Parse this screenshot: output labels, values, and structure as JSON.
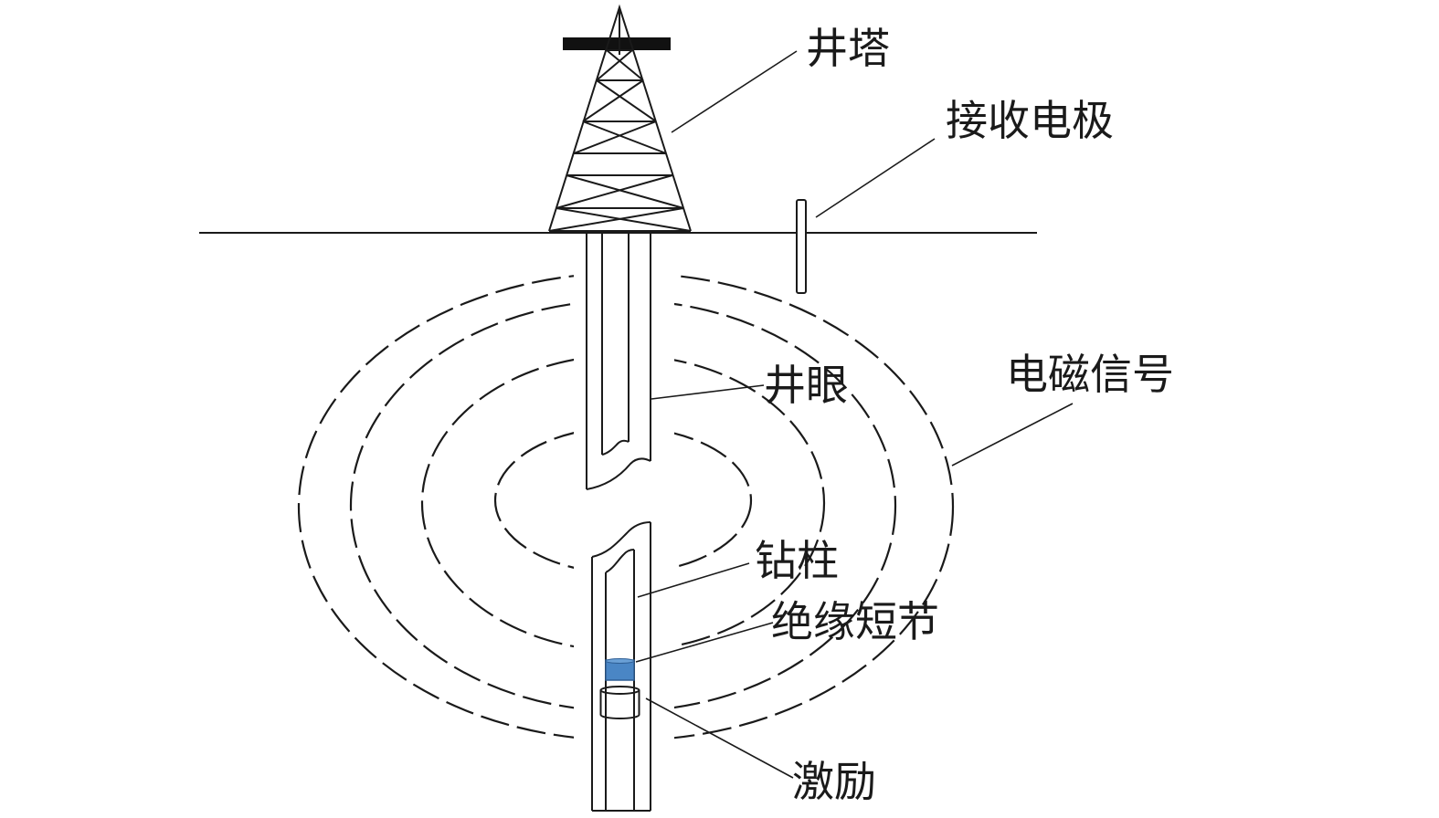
{
  "labels": {
    "derrick": "井塔",
    "receiving_electrode": "接收电极",
    "borehole": "井眼",
    "em_signal": "电磁信号",
    "drill_string": "钻柱",
    "insulated_sub": "绝缘短节",
    "excitation": "激励"
  },
  "colors": {
    "line": "#1a1a1a",
    "insulated_sub": "#4a86c5",
    "background": "#ffffff"
  }
}
